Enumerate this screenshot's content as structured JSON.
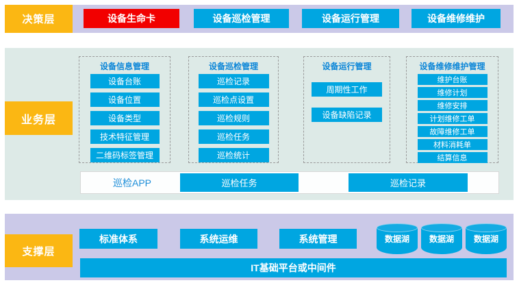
{
  "colors": {
    "accent_cyan": "#00a6e1",
    "highlight_red": "#f20000",
    "layer_orange": "#fbb713",
    "decision_band_bg": "#cbc9e8",
    "business_band_bg": "#ddeae7",
    "support_band_bg": "#cbc9e8",
    "group_title_blue": "#0c86d8"
  },
  "decision_layer": {
    "label": "决策层",
    "items": [
      {
        "label": "设备生命卡",
        "color": "#f20000"
      },
      {
        "label": "设备巡检管理",
        "color": "#00a6e1"
      },
      {
        "label": "设备运行管理",
        "color": "#00a6e1"
      },
      {
        "label": "设备维修维护",
        "color": "#00a6e1"
      }
    ]
  },
  "business_layer": {
    "label": "业务层",
    "groups": [
      {
        "title": "设备信息管理",
        "items": [
          "设备台账",
          "设备位置",
          "设备类型",
          "技术特征管理",
          "二维码标签管理"
        ]
      },
      {
        "title": "设备巡检管理",
        "items": [
          "巡检记录",
          "巡检点设置",
          "巡检规则",
          "巡检任务",
          "巡检统计"
        ]
      },
      {
        "title": "设备运行管理",
        "items": [
          "周期性工作",
          "设备缺陷记录"
        ]
      },
      {
        "title": "设备维修维护管理",
        "items": [
          "维护台账",
          "维修计划",
          "维修安排",
          "计划维修工单",
          "故障维修工单",
          "材料消耗单",
          "结算信息"
        ]
      }
    ],
    "app_row": {
      "app_label": "巡检APP",
      "buttons": [
        "巡检任务",
        "巡检记录"
      ]
    }
  },
  "support_layer": {
    "label": "支撑层",
    "items": [
      "标准体系",
      "系统运维",
      "系统管理"
    ],
    "databases": [
      "数据湖",
      "数据湖",
      "数据湖"
    ],
    "platform_bar": "IT基础平台或中间件"
  }
}
